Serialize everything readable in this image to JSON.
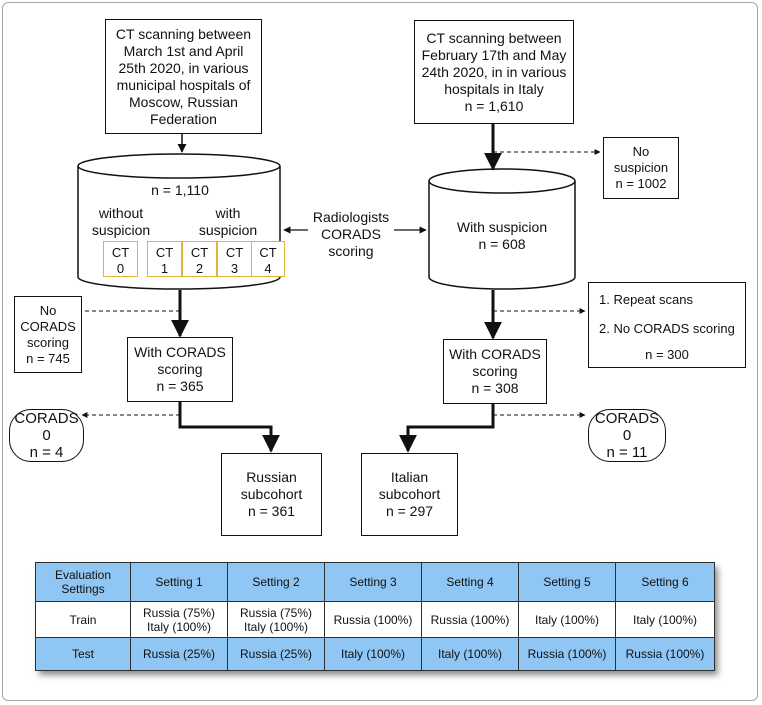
{
  "left_source": "CT scanning between\nMarch 1st and April\n25th 2020, in various\nmunicipal hospitals of\nMoscow, Russian\nFederation",
  "right_source": "CT scanning between\nFebruary 17th and May\n24th 2020, in in various\nhospitals in Italy\nn = 1,610",
  "left_db": {
    "count": "n = 1,110",
    "without_label": "without\nsuspicion",
    "with_label": "with\nsuspicion",
    "ct": [
      "CT\n0",
      "CT\n1",
      "CT\n2",
      "CT\n3",
      "CT\n4"
    ]
  },
  "right_db": {
    "label": "With suspicion\nn = 608"
  },
  "radiologists": "Radiologists\nCORADS\nscoring",
  "no_suspicion": "No\nsuspicion\nn = 1002",
  "no_corads_left": "No\nCORADS\nscoring\nn = 745",
  "exclusion_right": {
    "item1": "1. Repeat scans",
    "item2": "2. No CORADS scoring",
    "count": "n = 300"
  },
  "with_corads_left": "With CORADS\nscoring\nn = 365",
  "with_corads_right": "With CORADS\nscoring\nn = 308",
  "corads0_left": "CORADS 0\nn = 4",
  "corads0_right": "CORADS 0\nn = 11",
  "russian_subcohort": "Russian\nsubcohort\nn = 361",
  "italian_subcohort": "Italian\nsubcohort\nn = 297",
  "table": {
    "header": [
      "Evaluation\nSettings",
      "Setting 1",
      "Setting 2",
      "Setting 3",
      "Setting 4",
      "Setting 5",
      "Setting 6"
    ],
    "rows": [
      [
        "Train",
        "Russia (75%)\nItaly (100%)",
        "Russia (75%)\nItaly (100%)",
        "Russia (100%)",
        "Russia (100%)",
        "Italy (100%)",
        "Italy (100%)"
      ],
      [
        "Test",
        "Russia (25%)",
        "Russia (25%)",
        "Italy (100%)",
        "Italy (100%)",
        "Russia (100%)",
        "Russia (100%)"
      ]
    ]
  }
}
